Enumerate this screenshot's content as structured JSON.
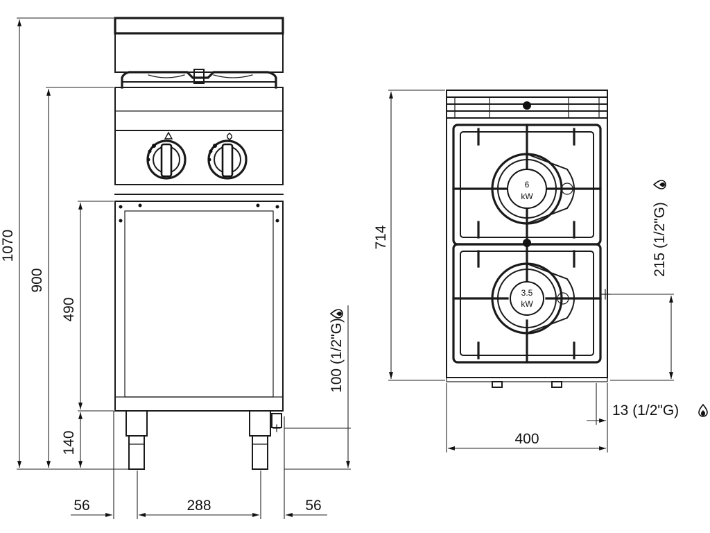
{
  "front_view": {
    "dimensions": {
      "total_height": "1070",
      "worktop_height": "900",
      "cabinet_height": "490",
      "leg_height": "140",
      "gas_inlet_height": "100 (1/2\"G)",
      "side_offset_left": "56",
      "leg_span": "288",
      "side_offset_right": "56"
    }
  },
  "top_view": {
    "dimensions": {
      "depth": "714",
      "width": "400",
      "gas_inlet_offset": "215 (1/2\"G)",
      "bottom_inlet": "13 (1/2\"G)"
    },
    "burners": [
      {
        "power": "6",
        "unit": "kW"
      },
      {
        "power": "3.5",
        "unit": "kW"
      }
    ]
  },
  "icons": [
    "gas-flame-icon",
    "burner-symbol-icon"
  ]
}
